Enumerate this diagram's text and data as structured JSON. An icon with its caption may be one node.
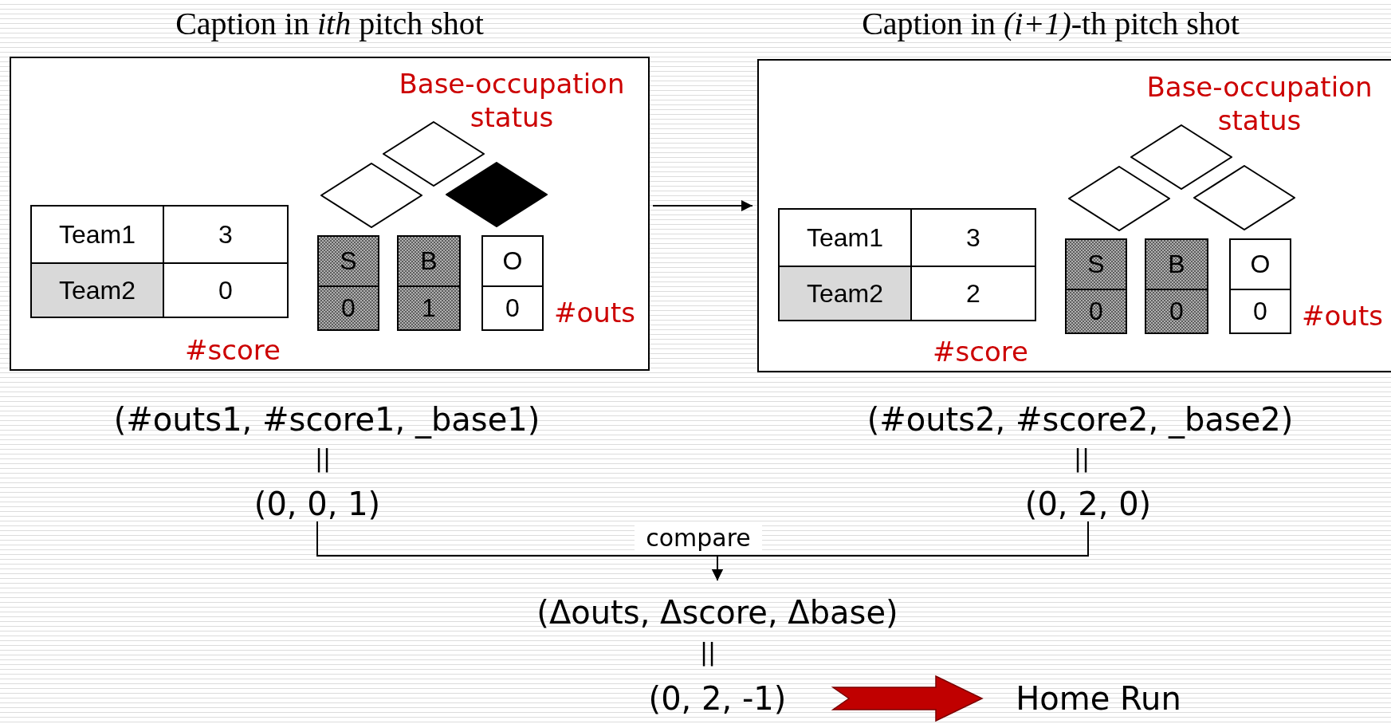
{
  "diagram": {
    "nodes": [
      {
        "text": [
          "Caption in *ith* pitch shot"
        ]
      },
      {
        "text": [
          "Team1"
        ],
        "in": 0
      },
      {
        "text": [
          "3"
        ],
        "in": 0
      },
      {
        "text": [
          "Team2"
        ],
        "in": 0
      },
      {
        "text": [
          "0"
        ],
        "in": 0
      },
      {
        "text": [],
        "shape": "diamond",
        "in": 0
      },
      {
        "text": [],
        "shape": "diamond",
        "in": 0
      },
      {
        "text": [],
        "shape": "diamond",
        "in": 0
      },
      {
        "text": [
          "S"
        ],
        "in": 0
      },
      {
        "text": [
          "B"
        ],
        "in": 0
      },
      {
        "text": [
          "O"
        ],
        "in": 0
      },
      {
        "text": [
          "0"
        ],
        "in": 0
      },
      {
        "text": [
          "1"
        ],
        "in": 0
      },
      {
        "text": [
          "0"
        ],
        "in": 0
      },
      {
        "text": [
          "Caption in *(i+1)*-th pitch shot"
        ]
      },
      {
        "text": [
          "Team1"
        ],
        "in": 14
      },
      {
        "text": [
          "3"
        ],
        "in": 14
      },
      {
        "text": [
          "Team2"
        ],
        "in": 14
      },
      {
        "text": [
          "2"
        ],
        "in": 14
      },
      {
        "text": [],
        "shape": "diamond",
        "in": 14
      },
      {
        "text": [],
        "shape": "diamond",
        "in": 14
      },
      {
        "text": [],
        "shape": "diamond",
        "in": 14
      },
      {
        "text": [
          "S"
        ],
        "in": 14
      },
      {
        "text": [
          "B"
        ],
        "in": 14
      },
      {
        "text": [
          "O"
        ],
        "in": 14
      },
      {
        "text": [
          "0"
        ],
        "in": 14
      },
      {
        "text": [
          "0"
        ],
        "in": 14
      },
      {
        "text": [
          "0"
        ],
        "in": 14
      },
      {
        "text": [
          "(#outs1, #score1, _base1)"
        ]
      },
      {
        "text": [
          "(#outs2, #score2, _base2)"
        ]
      },
      {
        "text": [
          "(0, 0, 1)"
        ]
      },
      {
        "text": [
          "(0, 2, 0)"
        ]
      },
      {
        "text": [
          "(Δouts, Δscore, Δbase)"
        ]
      },
      {
        "text": [
          "(0, 2, -1)"
        ]
      },
      {
        "text": [
          "Home Run"
        ]
      }
    ],
    "edges": [
      {
        "from": 0,
        "to": 14,
        "arrow": "to"
      },
      {
        "from": 30,
        "to": 32,
        "arrow": "to",
        "label": "compare"
      },
      {
        "from": 31,
        "to": 32,
        "arrow": "to"
      },
      {
        "from": 33,
        "to": 34,
        "arrow": "to",
        "style": "thick",
        "color": "#c00000"
      }
    ],
    "labels": [
      "Base-occupation status",
      "#outs",
      "#score",
      "Base-occupation status",
      "#outs",
      "#score",
      "||",
      "||",
      "||"
    ]
  }
}
